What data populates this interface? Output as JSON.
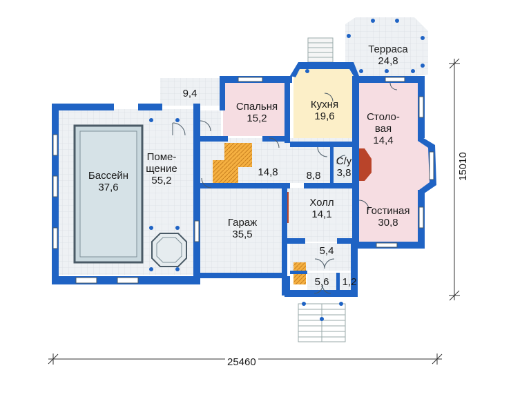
{
  "rooms": {
    "terrace": {
      "name": "Терраса",
      "area": "24,8"
    },
    "room_9_4": {
      "area": "9,4"
    },
    "bedroom": {
      "name": "Спальня",
      "area": "15,2"
    },
    "kitchen": {
      "name": "Кухня",
      "area": "19,6"
    },
    "dining": {
      "name_line1": "Столо-",
      "name_line2": "вая",
      "area": "14,4"
    },
    "pool_room": {
      "name_line1": "Поме-",
      "name_line2": "щение",
      "area": "55,2"
    },
    "pool": {
      "name": "Бассейн",
      "area": "37,6"
    },
    "stair_hall": {
      "area": "14,8"
    },
    "corridor": {
      "area": "8,8"
    },
    "wc": {
      "name": "С/у",
      "area": "3,8"
    },
    "hall": {
      "name": "Холл",
      "area": "14,1"
    },
    "living": {
      "name": "Гостиная",
      "area": "30,8"
    },
    "garage": {
      "name": "Гараж",
      "area": "35,5"
    },
    "room_5_4": {
      "area": "5,4"
    },
    "room_5_6": {
      "area": "5,6"
    },
    "room_1_2": {
      "area": "1,2"
    }
  },
  "dimensions": {
    "width": "25460",
    "depth": "15010"
  },
  "colors": {
    "wall": "#1f63c4",
    "floor": "#eef1f4",
    "grid": "#d9dee3",
    "bedroom_fill": "#f6dde2",
    "kitchen_fill": "#fcefc8",
    "living_fill": "#f6dde2",
    "pool_fill": "#c9d8de",
    "stair_fill": "#f5b041",
    "fireplace": "#b9442a"
  }
}
